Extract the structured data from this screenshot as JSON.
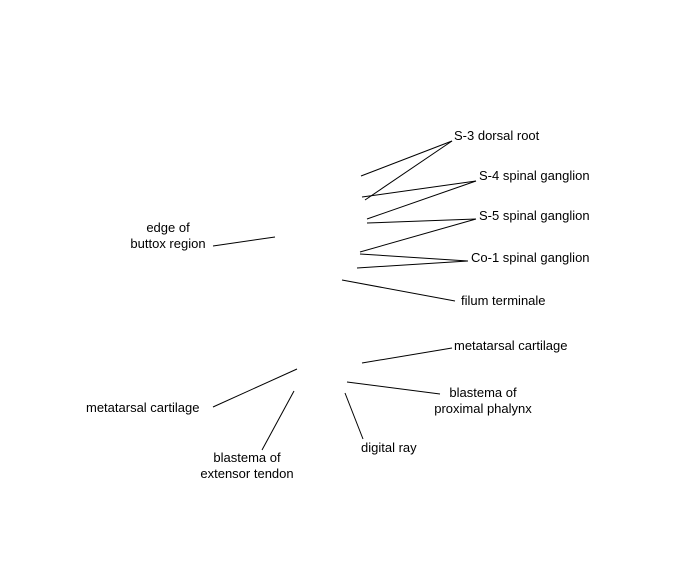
{
  "labels": {
    "s3_dorsal_root": "S-3 dorsal root",
    "s4_spinal_ganglion": "S-4 spinal ganglion",
    "s5_spinal_ganglion": "S-5 spinal ganglion",
    "co1_spinal_ganglion": "Co-1 spinal ganglion",
    "filum_terminale": "filum terminale",
    "edge_of_buttox_region": {
      "line1": "edge of",
      "line2": "buttox region"
    },
    "metatarsal_cartilage_right": "metatarsal cartilage",
    "blastema_of_proximal_phalynx": {
      "line1": "blastema of",
      "line2": "proximal phalynx"
    },
    "metatarsal_cartilage_left": "metatarsal cartilage",
    "blastema_of_extensor_tendon": {
      "line1": "blastema of",
      "line2": "extensor tendon"
    },
    "digital_ray": "digital ray"
  },
  "colors": {
    "line": "#000000",
    "text": "#000000",
    "background": "#ffffff"
  }
}
